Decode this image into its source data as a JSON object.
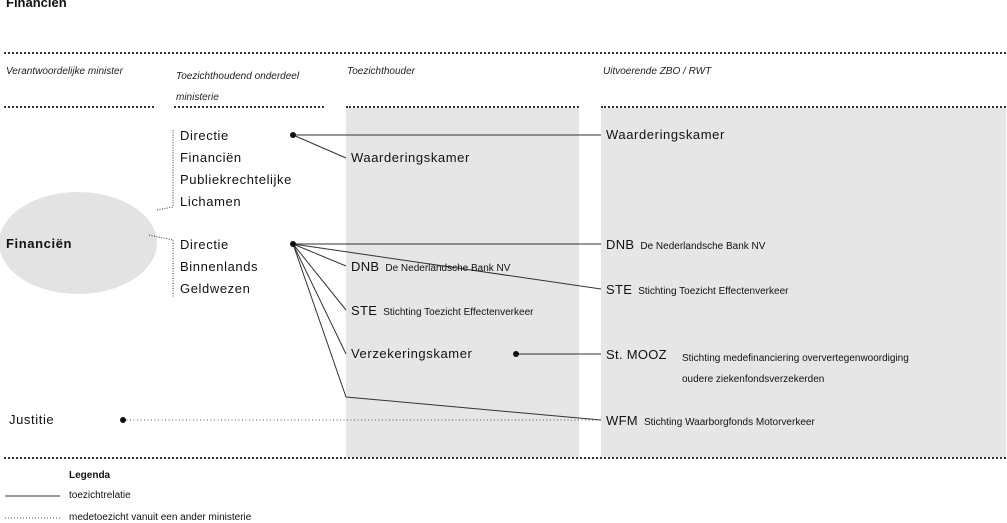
{
  "title": "Financiën",
  "headers": {
    "col1": "Verantwoordelijke minister",
    "col2_line1": "Toezichthoudend onderdeel",
    "col2_line2": "ministerie",
    "col3": "Toezichthouder",
    "col4": "Uitvoerende ZBO / RWT"
  },
  "ministers": {
    "financien": "Financiën",
    "justitie": "Justitie"
  },
  "departments": {
    "dfpl": [
      "Directie",
      "Financiën",
      "Publiekrechtelijke",
      "Lichamen"
    ],
    "dbg": [
      "Directie",
      "Binnenlands",
      "Geldwezen"
    ]
  },
  "supervisors": {
    "waarderingskamer": "Waarderingskamer",
    "dnb_abbr": "DNB",
    "dnb_desc": "De Nederlandsche Bank NV",
    "ste_abbr": "STE",
    "ste_desc": "Stichting Toezicht Effectenverkeer",
    "verzekeringskamer": "Verzekeringskamer"
  },
  "executors": {
    "waarderingskamer": "Waarderingskamer",
    "dnb_abbr": "DNB",
    "dnb_desc": "De Nederlandsche Bank NV",
    "ste_abbr": "STE",
    "ste_desc": "Stichting Toezicht Effectenverkeer",
    "mooz_abbr": "St. MOOZ",
    "mooz_desc_line1": "Stichting medefinanciering oververtegenwoordiging",
    "mooz_desc_line2": "oudere ziekenfondsverzekerden",
    "wfm_abbr": "WFM",
    "wfm_desc": "Stichting Waarborgfonds Motorverkeer"
  },
  "legend": {
    "title": "Legenda",
    "solid_label": "toezichtrelatie",
    "dotted_label": "medetoezicht vanuit een ander ministerie"
  },
  "colors": {
    "shade": "#e6e6e6",
    "ellipse": "#e3e3e3",
    "line": "#333333"
  }
}
